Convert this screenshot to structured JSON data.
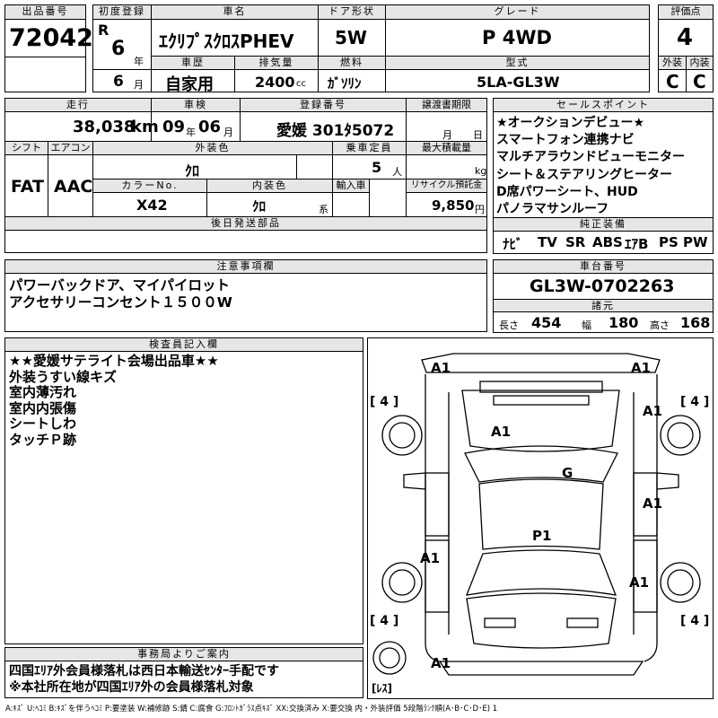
{
  "lot": {
    "label": "出品番号",
    "value": "72042"
  },
  "first_reg": {
    "label": "初度登録",
    "era": "R",
    "year": "6",
    "year_unit": "年",
    "month": "6",
    "month_unit": "月"
  },
  "car_name": {
    "label": "車名",
    "value": "ｴｸﾘﾌﾟｽｸﾛｽPHEV"
  },
  "door": {
    "label": "ドア形状",
    "value": "5W"
  },
  "grade": {
    "label": "グレード",
    "value": "P 4WD"
  },
  "score": {
    "label": "評価点",
    "value": "4"
  },
  "history": {
    "label": "車歴",
    "value": "自家用"
  },
  "displacement": {
    "label": "排気量",
    "value": "2400",
    "unit": "cc"
  },
  "fuel": {
    "label": "燃料",
    "value": "ｶﾞｿﾘﾝ"
  },
  "model": {
    "label": "型式",
    "value": "5LA-GL3W"
  },
  "exterior": {
    "label": "外装",
    "value": "C"
  },
  "interior": {
    "label": "内装",
    "value": "C"
  },
  "mileage": {
    "label": "走行",
    "value": "38,038",
    "unit": "km"
  },
  "inspection": {
    "label": "車検",
    "year": "09",
    "year_unit": "年",
    "month": "06",
    "month_unit": "月"
  },
  "plate": {
    "label": "登録番号",
    "value": "愛媛 301ﾀ5072"
  },
  "transfer": {
    "label": "譲渡書期限",
    "month_unit": "月",
    "day_unit": "日"
  },
  "shift": {
    "label": "シフト",
    "value": "FAT"
  },
  "ac": {
    "label": "エアコン",
    "value": "AAC"
  },
  "ext_color": {
    "label": "外装色",
    "value": "ｸﾛ"
  },
  "capacity": {
    "label": "乗車定員",
    "value": "5",
    "unit": "人"
  },
  "max_load": {
    "label": "最大積載量",
    "unit": "kg"
  },
  "color_no": {
    "label": "カラーNo.",
    "value": "X42"
  },
  "int_color": {
    "label": "内装色",
    "value": "ｸﾛ",
    "unit": "系"
  },
  "import": {
    "label": "輸入車"
  },
  "recycle": {
    "label": "リサイクル預託金",
    "value": "9,850",
    "unit": "円"
  },
  "later_parts": {
    "label": "後日発送部品"
  },
  "sales_points": {
    "label": "セールスポイント",
    "lines": [
      "★オークションデビュー★",
      "スマートフォン連携ナビ",
      "マルチアラウンドビューモニター",
      "シート＆ステアリングヒーター",
      "D席パワーシート、HUD",
      "パノラマサンルーフ"
    ]
  },
  "equipment": {
    "label": "純正装備",
    "items": [
      "ﾅﾋﾞ",
      "TV",
      "SR",
      "ABS",
      "ｴｱB",
      "PS",
      "PW"
    ]
  },
  "notes": {
    "label": "注意事項欄",
    "lines": [
      "パワーバックドア、マイパイロット",
      "アクセサリーコンセント１５００W"
    ]
  },
  "chassis": {
    "label": "車台番号",
    "value": "GL3W-0702263"
  },
  "specs": {
    "label": "諸元",
    "length_label": "長さ",
    "length": "454",
    "width_label": "幅",
    "width": "180",
    "height_label": "高さ",
    "height": "168"
  },
  "inspector": {
    "label": "検査員記入欄",
    "lines": [
      "★★愛媛サテライト会場出品車★★",
      "外装うすい線キズ",
      "室内薄汚れ",
      "室内内張傷",
      "シートしわ",
      "タッチＰ跡"
    ]
  },
  "diagram": {
    "labels": {
      "front_left": "A1",
      "front_right": "A1",
      "right_front": "A1",
      "hood": "A1",
      "roof": "G",
      "right_door": "A1",
      "roof_rear": "P1",
      "left_rear": "A1",
      "right_rear": "A1",
      "rear_bottom": "A1"
    },
    "tyres": {
      "fl": "[ 4 ]",
      "fr": "[ 4 ]",
      "rl": "[ 4 ]",
      "rr": "[ 4 ]",
      "spare": "[ﾚｽ]"
    }
  },
  "office": {
    "label": "事務局よりご案内",
    "lines": [
      "四国ｴﾘｱ外会員様落札は西日本輸送ｾﾝﾀｰ手配です",
      "※本社所在地が四国ｴﾘｱ外の会員様落札対象"
    ]
  },
  "legend": "A:ｷｽﾞ U:ﾍｺﾐ B:ｷｽﾞを伴うﾍｺﾐ P:要塗装 W:補修跡 S:錆 C:腐食 G:ﾌﾛﾝﾄｶﾞﾗｽ点ｷｽﾞ XX:交換済み X:要交換  内・外装評価  5段階ﾗﾝｸ順(A･B･C･D･E) 1"
}
